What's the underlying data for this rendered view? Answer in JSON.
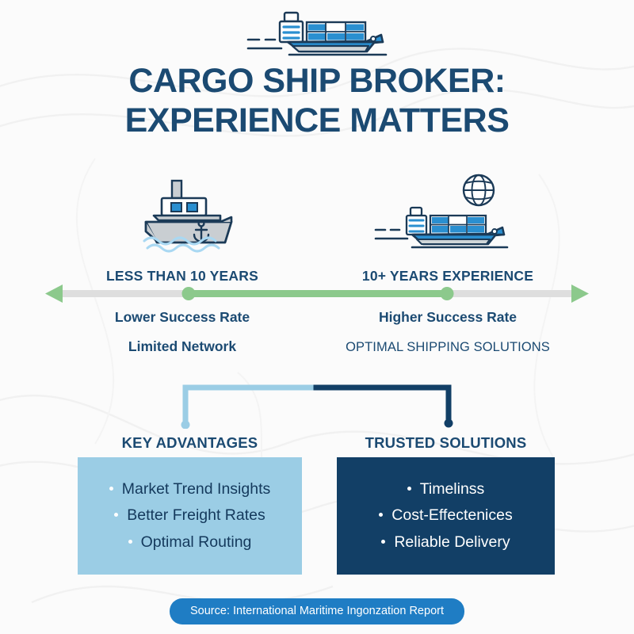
{
  "title": {
    "line1": "CARGO SHIP BROKER:",
    "line2": "EXPERIENCE MATTERS",
    "color": "#1b4a72"
  },
  "icons": {
    "hero": "container-ship-icon",
    "left": "old-boat-anchor-icon",
    "right": "container-ship-globe-icon"
  },
  "comparison": {
    "left": {
      "label": "LESS THAN 10 YEARS",
      "point1": "Lower Success Rate",
      "point2": "Limited Network"
    },
    "right": {
      "label": "10+ YEARS EXPERIENCE",
      "point1": "Higher Success Rate",
      "point2": "OPTIMAL SHIPPING SOLUTIONS"
    }
  },
  "panels": {
    "left": {
      "heading": "KEY ADVANTAGES",
      "background": "#9bcde5",
      "text_color": "#14395c",
      "items": [
        {
          "text": "Market Trend Insights",
          "bulleted": true
        },
        {
          "text": "Better Freight Rates",
          "bulleted": true
        },
        {
          "text": "Optimal Routing",
          "bulleted": false
        }
      ]
    },
    "right": {
      "heading": "TRUSTED SOLUTIONS",
      "background": "#123f66",
      "text_color": "#ffffff",
      "items": [
        {
          "text": "Timelinss",
          "bulleted": false
        },
        {
          "text": "Cost-Effectenices",
          "bulleted": true
        },
        {
          "text": "Reliable Delivery",
          "bulleted": true
        }
      ]
    }
  },
  "footer": {
    "source": "Source: International Maritime Ingonzation Report",
    "pill_color": "#1f7dc4"
  },
  "palette": {
    "navy": "#123f66",
    "title_blue": "#1b4a72",
    "light_blue": "#9bcde5",
    "ship_blue": "#2a8fd0",
    "green": "#8cc98c",
    "track_gray": "#dedede",
    "background": "#fbfbfb"
  }
}
